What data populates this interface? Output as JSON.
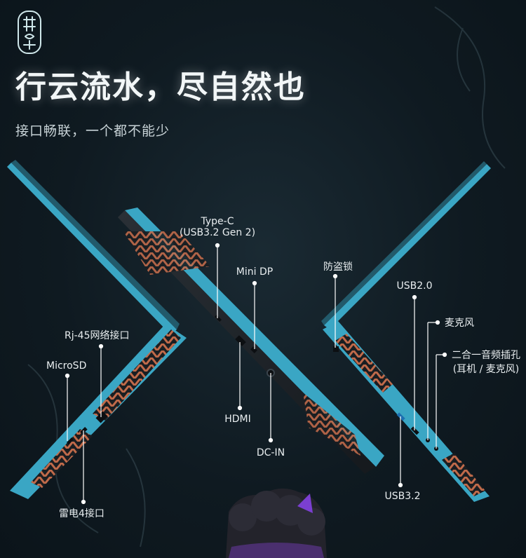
{
  "header": {
    "headline": "行云流水，尽自然也",
    "subline": "接口畅联，一个都不能少"
  },
  "ports": {
    "type_c": {
      "line1": "Type-C",
      "line2": "(USB3.2 Gen 2)"
    },
    "mini_dp": "Mini DP",
    "hdmi": "HDMI",
    "dc_in": "DC-IN",
    "lock": "防盗锁",
    "usb20": "USB2.0",
    "mic": "麦克风",
    "combo_audio": {
      "line1": "二合一音频插孔",
      "line2": "(耳机 / 麦克风)"
    },
    "usb32": "USB3.2",
    "rj45": "Rj-45网络接口",
    "microsd": "MicroSD",
    "thunderbolt": "雷电4接口"
  },
  "colors": {
    "accent": "#3aa6c4",
    "chassis": "#1c2126",
    "vent": "#c06a4a",
    "leader": "#ffffff"
  }
}
